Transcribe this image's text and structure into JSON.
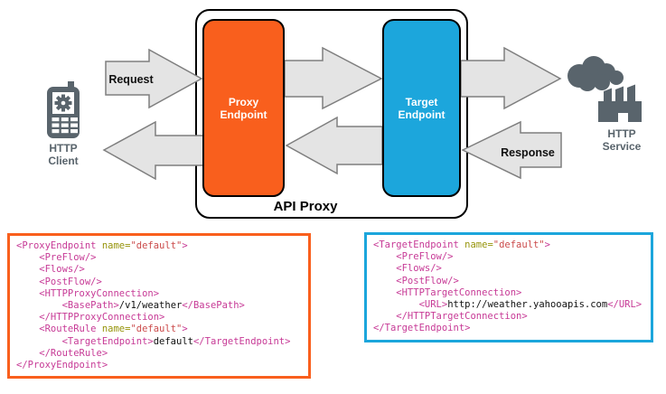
{
  "colors": {
    "orange": "#F95F1D",
    "blue": "#1CA6DC",
    "arrow-fill": "#E4E4E4",
    "arrow-stroke": "#7E7E7E",
    "icon": "#59646C",
    "code-tag": "#C73A96",
    "code-attr": "#96940B",
    "code-str": "#CB4B4B",
    "code-text": "#111111"
  },
  "icons": {
    "client": "mobile-phone-icon",
    "service": "factory-with-smoke-icon"
  },
  "diagram": {
    "api_proxy_label": "API Proxy",
    "proxy_endpoint": {
      "line1": "Proxy",
      "line2": "Endpoint"
    },
    "target_endpoint": {
      "line1": "Target",
      "line2": "Endpoint"
    },
    "request_label": "Request",
    "response_label": "Response",
    "http_client": {
      "line1": "HTTP",
      "line2": "Client"
    },
    "http_service": {
      "line1": "HTTP",
      "line2": "Service"
    }
  },
  "code_blocks": [
    {
      "id": "proxy-endpoint-xml",
      "accent": "orange",
      "lines": [
        [
          [
            "t",
            "<ProxyEndpoint "
          ],
          [
            "a",
            "name="
          ],
          [
            "s",
            "\"default\""
          ],
          [
            "t",
            ">"
          ]
        ],
        [
          [
            "t",
            "    <PreFlow/>"
          ]
        ],
        [
          [
            "t",
            "    <Flows/>"
          ]
        ],
        [
          [
            "t",
            "    <PostFlow/>"
          ]
        ],
        [
          [
            "t",
            "    <HTTPProxyConnection>"
          ]
        ],
        [
          [
            "t",
            "        <BasePath>"
          ],
          [
            "x",
            "/v1/weather"
          ],
          [
            "t",
            "</BasePath>"
          ]
        ],
        [
          [
            "t",
            "    </HTTPProxyConnection>"
          ]
        ],
        [
          [
            "t",
            "    <RouteRule "
          ],
          [
            "a",
            "name="
          ],
          [
            "s",
            "\"default\""
          ],
          [
            "t",
            ">"
          ]
        ],
        [
          [
            "t",
            "        <TargetEndpoint>"
          ],
          [
            "x",
            "default"
          ],
          [
            "t",
            "</TargetEndpoint>"
          ]
        ],
        [
          [
            "t",
            "    </RouteRule>"
          ]
        ],
        [
          [
            "t",
            "</ProxyEndpoint>"
          ]
        ]
      ]
    },
    {
      "id": "target-endpoint-xml",
      "accent": "blue",
      "lines": [
        [
          [
            "t",
            "<TargetEndpoint "
          ],
          [
            "a",
            "name="
          ],
          [
            "s",
            "\"default\""
          ],
          [
            "t",
            ">"
          ]
        ],
        [
          [
            "t",
            "    <PreFlow/>"
          ]
        ],
        [
          [
            "t",
            "    <Flows/>"
          ]
        ],
        [
          [
            "t",
            "    <PostFlow/>"
          ]
        ],
        [
          [
            "t",
            "    <HTTPTargetConnection>"
          ]
        ],
        [
          [
            "t",
            "        <URL>"
          ],
          [
            "x",
            "http://weather.yahooapis.com"
          ],
          [
            "t",
            "</URL>"
          ]
        ],
        [
          [
            "t",
            "    </HTTPTargetConnection>"
          ]
        ],
        [
          [
            "t",
            "</TargetEndpoint>"
          ]
        ]
      ]
    }
  ]
}
